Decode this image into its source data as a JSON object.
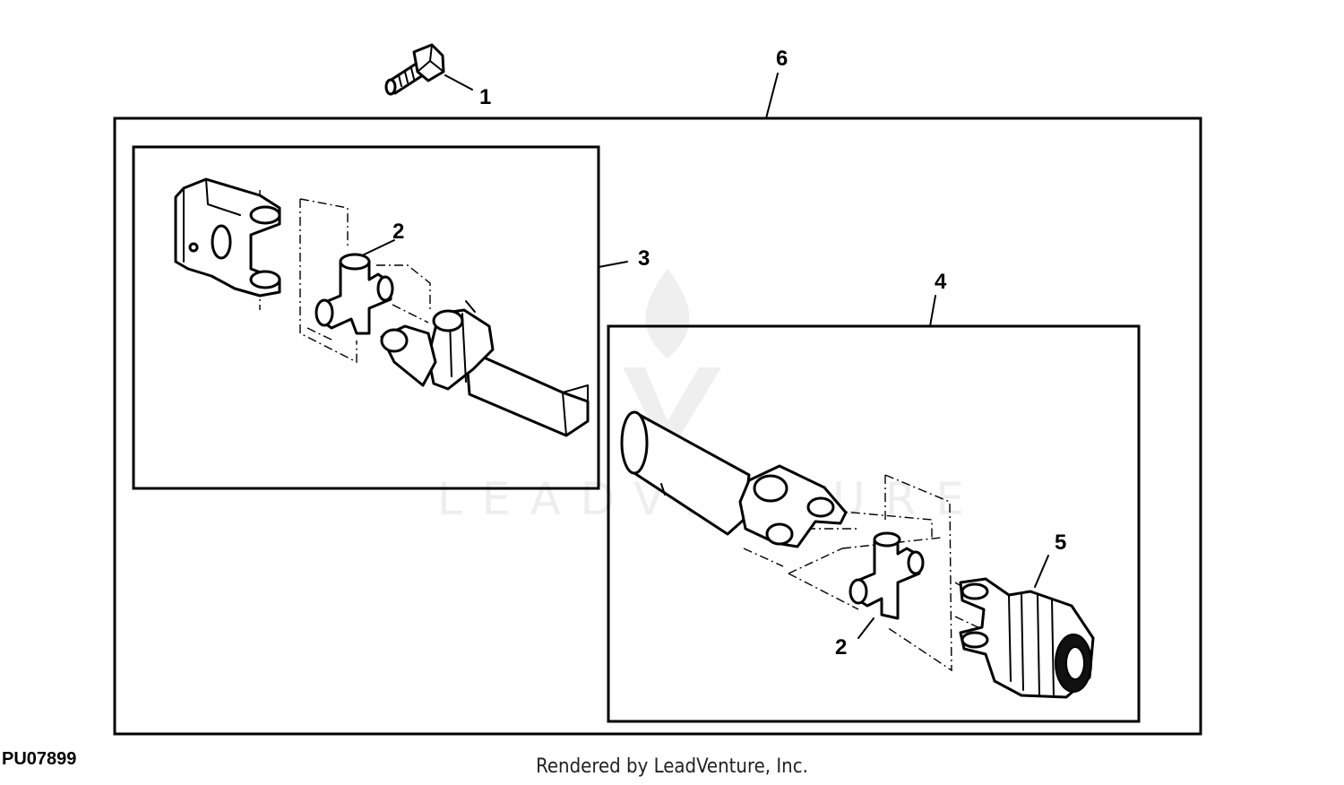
{
  "callouts": {
    "c1": "1",
    "c2a": "2",
    "c2b": "2",
    "c3": "3",
    "c4": "4",
    "c5": "5",
    "c6": "6"
  },
  "figure_id": "PU07899",
  "watermark": "LEADVENTURE",
  "credit": "Rendered by LeadVenture, Inc.",
  "colors": {
    "line": "#000000",
    "background": "#ffffff",
    "watermark": "#eeeeee"
  }
}
